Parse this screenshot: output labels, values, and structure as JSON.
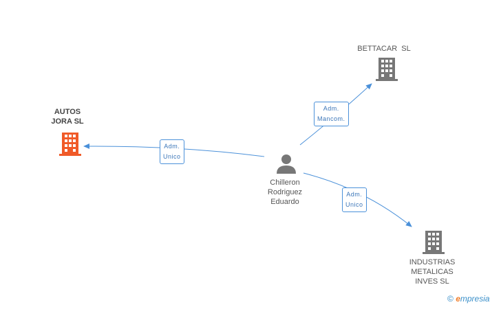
{
  "nodes": {
    "autos": {
      "line1": "AUTOS",
      "line2": "JORA SL",
      "color": "#f05a28"
    },
    "bettacar": {
      "line1": "BETTACAR  SL",
      "color": "#777777"
    },
    "person": {
      "line1": "Chilleron",
      "line2": "Rodriguez",
      "line3": "Eduardo",
      "color": "#777777"
    },
    "industrias": {
      "line1": "INDUSTRIAS",
      "line2": "METALICAS",
      "line3": "INVES SL",
      "color": "#777777"
    }
  },
  "edges": {
    "to_autos": {
      "line1": "Adm.",
      "line2": "Unico"
    },
    "to_bettacar": {
      "line1": "Adm.",
      "line2": "Mancom."
    },
    "to_industrias": {
      "line1": "Adm.",
      "line2": "Unico"
    }
  },
  "footer": {
    "copyright": "©",
    "brand_first": "e",
    "brand_rest": "mpresia"
  },
  "colors": {
    "edge": "#4a90d9"
  }
}
